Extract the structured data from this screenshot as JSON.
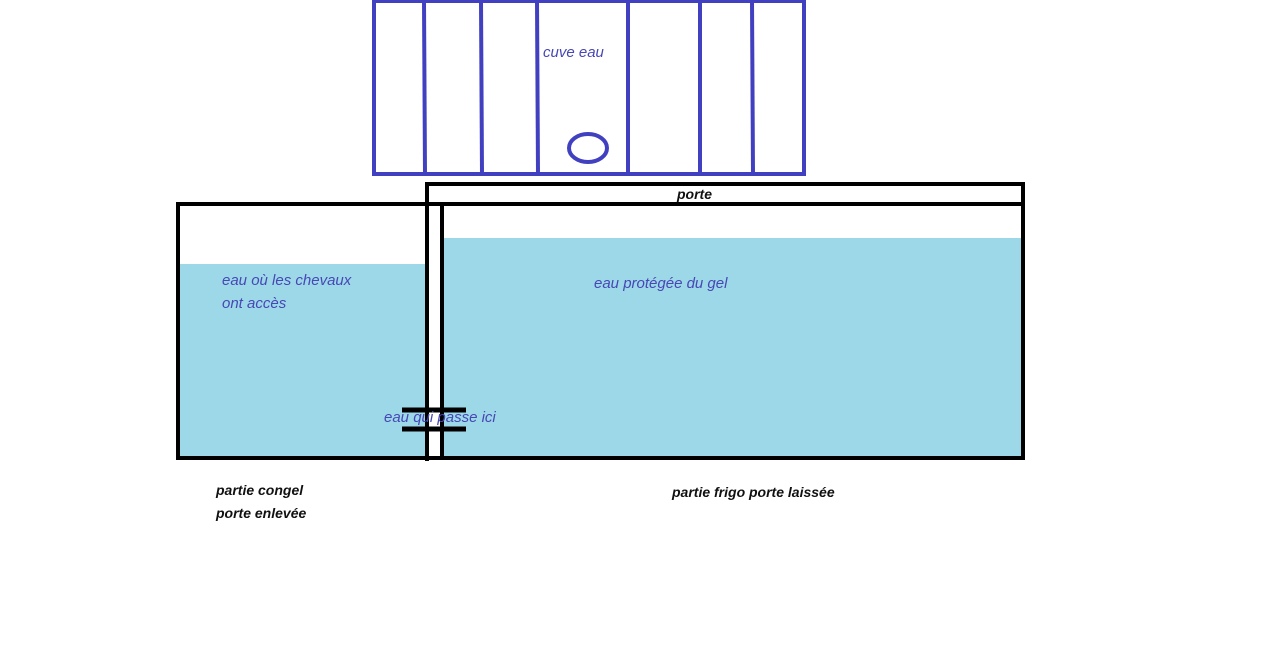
{
  "labels": {
    "tank": "cuve eau",
    "door": "porte",
    "horse_water_line1": "eau où les chevaux",
    "horse_water_line2": "ont accès",
    "protected_water": "eau protégée du gel",
    "passage": "eau qui passe ici",
    "freezer_line1": "partie congel",
    "freezer_line2": "porte enlevée",
    "fridge": "partie frigo porte laissée"
  },
  "colors": {
    "tank_stroke": "#4040c0",
    "water": "#9dd8e8",
    "outline": "#000000",
    "text_blue": "#4747b5"
  }
}
